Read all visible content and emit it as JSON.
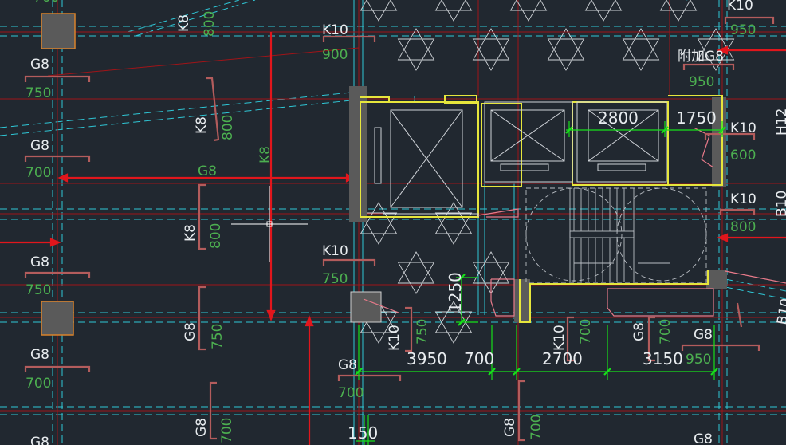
{
  "colors": {
    "background": "#212830",
    "grid_cyan": "#2fc7d6",
    "axis_red": "#c8151c",
    "beam_red": "#e1161c",
    "wall_yellow": "#e6e63c",
    "pink": "#e87a8a",
    "white_lines": "#d9dde2",
    "dim_green": "#17e11a",
    "text_white": "#e8ecef",
    "text_green": "#4caf50",
    "label_bracket": "#b35c5c",
    "column_fill": "#5a5a5a",
    "column_orange": "#d9822b"
  },
  "beam_labels": {
    "k8_top": "K8",
    "v800_top": "800",
    "k10_a": "K10",
    "v900": "900",
    "g8_a": "G8",
    "v750_a": "750",
    "k8_b": "K8",
    "v800_b": "800",
    "g8_b": "G8",
    "v700_a": "700",
    "g8_beam": "G8",
    "k8_vert": "K8",
    "k8_c": "K8",
    "v800_c": "800",
    "g8_c": "G8",
    "v750_b": "750",
    "k10_b": "K10",
    "v750_c": "750",
    "g8_d": "G8",
    "v750_d": "750",
    "g8_e": "G8",
    "v700_b": "700",
    "g8_f": "G8",
    "v700_c": "700",
    "g8_bottom_left": "G8",
    "k10_top_right": "K10",
    "v950_a": "950",
    "fujia_g8": "附加G8",
    "v950_b": "950",
    "k10_right_a": "K10",
    "v600": "600",
    "k10_right_b": "K10",
    "v800_right": "800",
    "k10_c": "K10",
    "v750_e": "750",
    "k10_d": "K10",
    "v700_d": "700",
    "g8_g": "G8",
    "v700_e": "700",
    "g8_h": "G8",
    "v950_c": "950",
    "g8_i": "G8",
    "v700_f": "700",
    "g8_j": "G8",
    "v700_g": "700",
    "g8_bottom_right": "G8",
    "h12": "H12",
    "b10_a": "B10",
    "b10_b": "B10"
  },
  "dimensions": {
    "d2800": "2800",
    "d1750": "1750",
    "d1250": "1250",
    "d3950": "3950",
    "d700": "700",
    "d2700": "2700",
    "d3150": "3150",
    "d150": "150"
  }
}
